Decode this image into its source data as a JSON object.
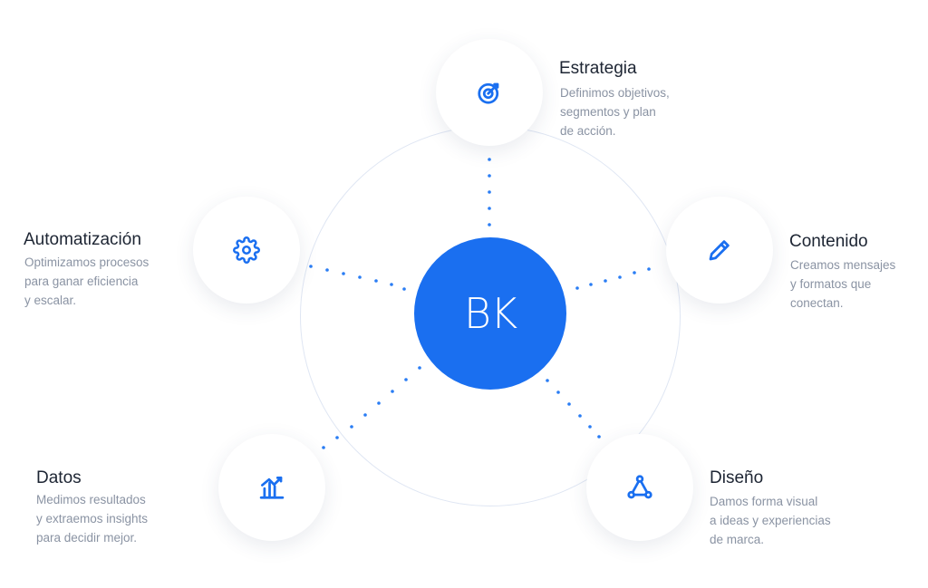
{
  "hub": {
    "label": "BK",
    "color": "#1a6ff0"
  },
  "accent_color": "#1a6ff0",
  "nodes": {
    "estrategia": {
      "icon": "target-icon",
      "title": "Estrategia",
      "description": "Definimos objetivos,\nsegmentos y plan\nde acción."
    },
    "contenido": {
      "icon": "pencil-icon",
      "title": "Contenido",
      "description": "Creamos mensajes\ny formatos que\nconectan."
    },
    "diseno": {
      "icon": "vector-triangle-icon",
      "title": "Diseño",
      "description": "Damos forma visual\na ideas y experiencias\nde marca."
    },
    "datos": {
      "icon": "chart-icon",
      "title": "Datos",
      "description": "Medimos resultados\ny extraemos insights\npara decidir mejor."
    },
    "automatizacion": {
      "icon": "gear-icon",
      "title": "Automatización",
      "description": "Optimizamos procesos\npara ganar eficiencia\ny escalar."
    }
  }
}
